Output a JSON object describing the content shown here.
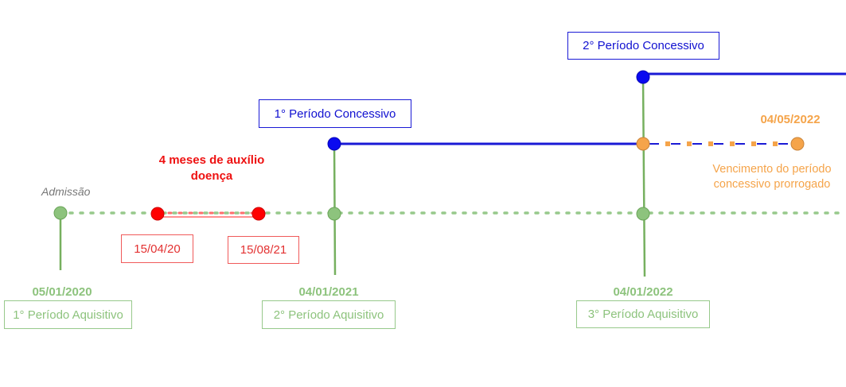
{
  "colors": {
    "acquisitive": "#8dc37d",
    "concessive": "#1010d0",
    "sick_leave": "#ff1a1a",
    "extended_deadline": "#f5a44a"
  },
  "admission_label": "Admissão",
  "sick_leave": {
    "title_line1": "4 meses de auxílio",
    "title_line2": "doença",
    "start_date": "15/04/20",
    "end_date": "15/08/21"
  },
  "acquisitive_periods": [
    {
      "date": "05/01/2020",
      "label": "1° Período Aquisitivo"
    },
    {
      "date": "04/01/2021",
      "label": "2° Período Aquisitivo"
    },
    {
      "date": "04/01/2022",
      "label": "3° Período Aquisitivo"
    }
  ],
  "concessive_periods": [
    {
      "label": "1° Período Concessivo"
    },
    {
      "label": "2° Período Concessivo"
    }
  ],
  "extended_deadline": {
    "date": "04/05/2022",
    "note_line1": "Vencimento do período",
    "note_line2": "concessivo prorrogado"
  }
}
